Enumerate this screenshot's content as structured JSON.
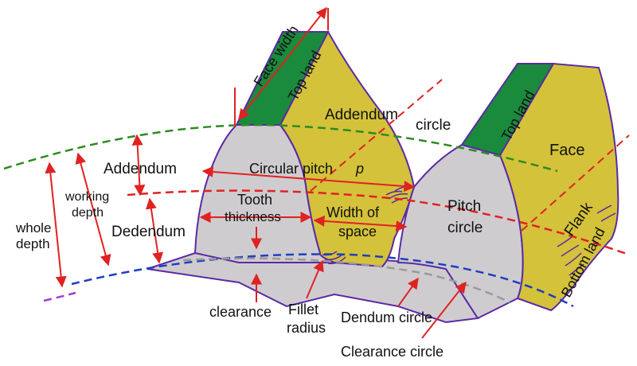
{
  "colors": {
    "tooth_face": "#d4c23a",
    "top_land": "#1a8a3c",
    "tooth_side": "#cfcccf",
    "outline": "#5b2aa3",
    "addendum_circle": "#2e8b23",
    "pitch_circle": "#e02222",
    "dedendum_circle": "#1f3fbf",
    "clearance_circle": "#9a9a9a",
    "whole_depth_line": "#9b3fd0",
    "arrow": "#e02222"
  },
  "labels": {
    "face_width": "Face width",
    "top_land_1": "Top land",
    "top_land_2": "Top land",
    "addendum_circle": "Addendum",
    "addendum_circle_2": "circle",
    "face": "Face",
    "flank": "Flank",
    "bottom_land": "Bottom land",
    "addendum": "Addendum",
    "dedendum": "Dedendum",
    "working_depth_1": "working",
    "working_depth_2": "depth",
    "whole_depth_1": "whole",
    "whole_depth_2": "depth",
    "circular_pitch": "Circular pitch",
    "circular_pitch_p": "p",
    "tooth_thickness_1": "Tooth",
    "tooth_thickness_2": "thickness",
    "width_of_space_1": "Width of",
    "width_of_space_2": "space",
    "pitch_circle_1": "Pitch",
    "pitch_circle_2": "circle",
    "clearance": "clearance",
    "fillet_radius_1": "Fillet",
    "fillet_radius_2": "radius",
    "dendum_circle": "Dendum circle",
    "clearance_circle": "Clearance circle"
  }
}
